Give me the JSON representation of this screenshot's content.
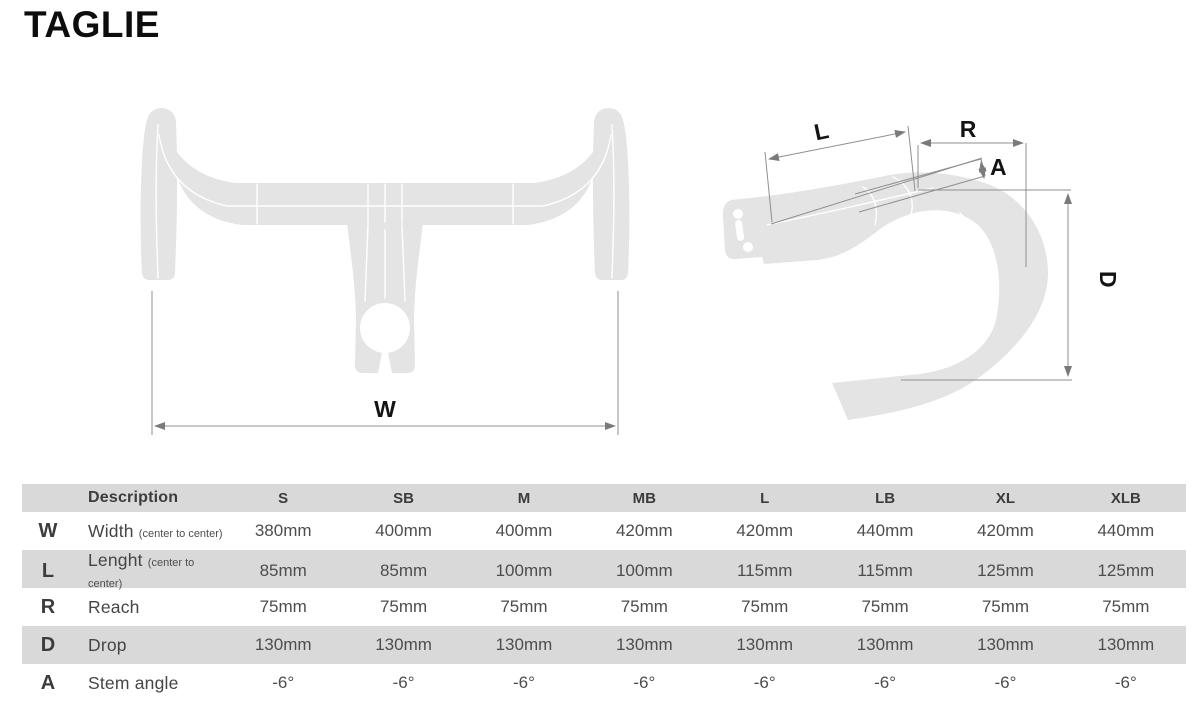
{
  "title": "TAGLIE",
  "front_view": {
    "width_label": "W"
  },
  "side_view": {
    "length_label": "L",
    "reach_label": "R",
    "angle_label": "A",
    "drop_label": "D"
  },
  "table": {
    "header": {
      "description": "Description",
      "sizes": [
        "S",
        "SB",
        "M",
        "MB",
        "L",
        "LB",
        "XL",
        "XLB"
      ]
    },
    "rows": [
      {
        "key": "W",
        "description": "Width",
        "note": "(center to center)",
        "values": [
          "380mm",
          "400mm",
          "400mm",
          "420mm",
          "420mm",
          "440mm",
          "420mm",
          "440mm"
        ]
      },
      {
        "key": "L",
        "description": "Lenght",
        "note": "(center to center)",
        "values": [
          "85mm",
          "85mm",
          "100mm",
          "100mm",
          "115mm",
          "115mm",
          "125mm",
          "125mm"
        ]
      },
      {
        "key": "R",
        "description": "Reach",
        "note": "",
        "values": [
          "75mm",
          "75mm",
          "75mm",
          "75mm",
          "75mm",
          "75mm",
          "75mm",
          "75mm"
        ]
      },
      {
        "key": "D",
        "description": "Drop",
        "note": "",
        "values": [
          "130mm",
          "130mm",
          "130mm",
          "130mm",
          "130mm",
          "130mm",
          "130mm",
          "130mm"
        ]
      },
      {
        "key": "A",
        "description": "Stem angle",
        "note": "",
        "values": [
          "-6°",
          "-6°",
          "-6°",
          "-6°",
          "-6°",
          "-6°",
          "-6°",
          "-6°"
        ]
      }
    ]
  },
  "colors": {
    "silhouette": "#e4e4e4",
    "row_stripe": "#d9d9d9",
    "dimension_line": "#8f8f8f",
    "label_text": "#141414"
  }
}
